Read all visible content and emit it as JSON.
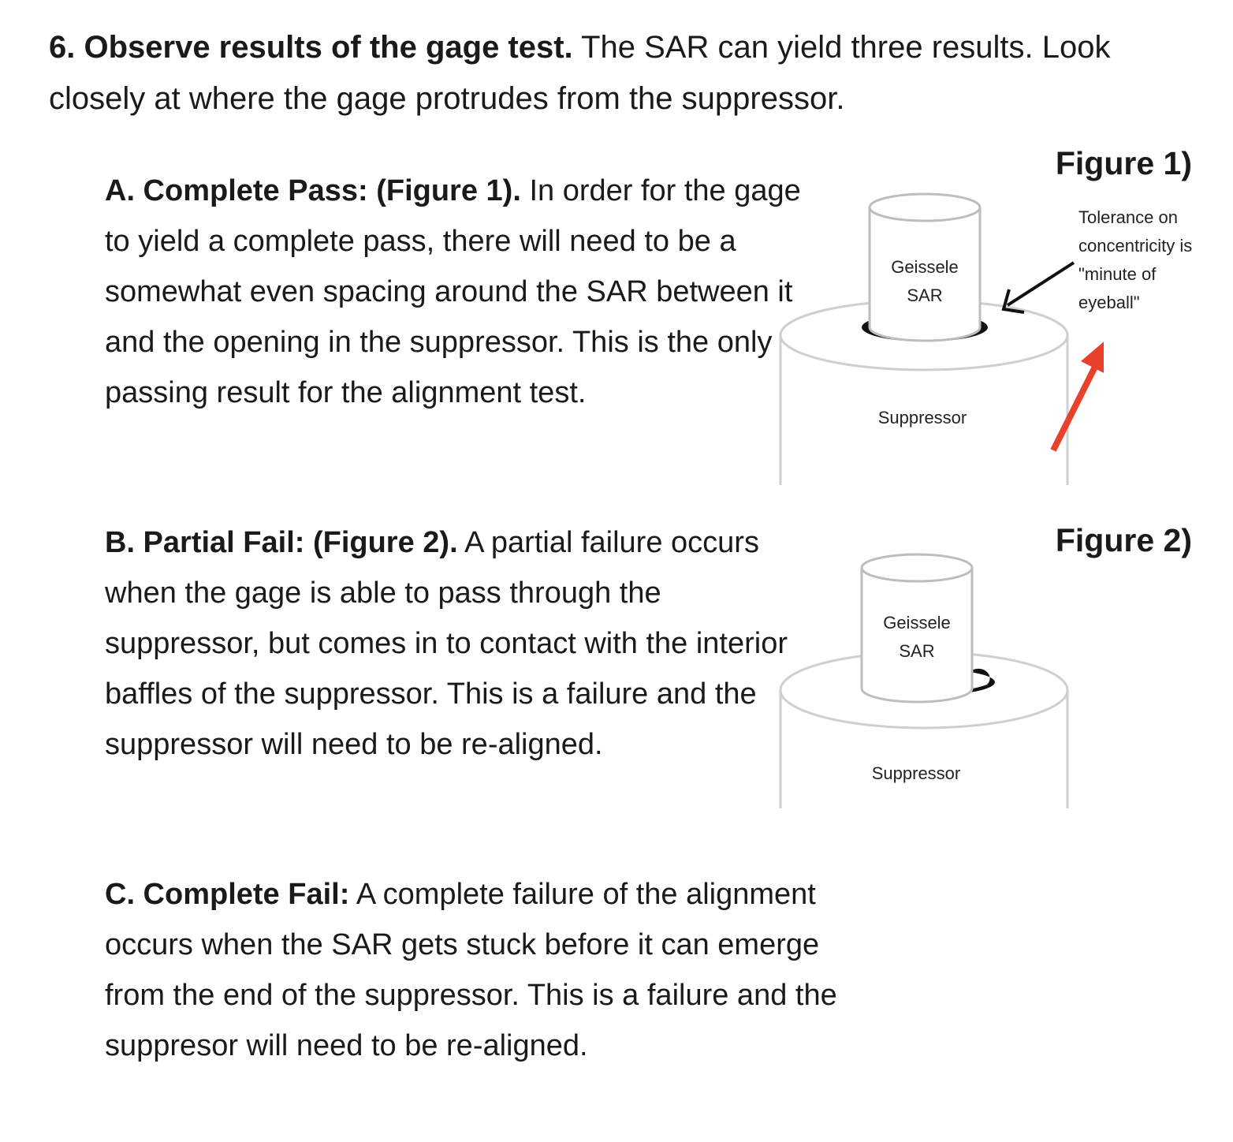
{
  "step": {
    "heading": "6. Observe results of the gage test.",
    "text": " The SAR can yield three results. Look closely at where the gage protrudes from the suppressor."
  },
  "sections": [
    {
      "heading": "A. Complete Pass: (Figure 1).",
      "text": " In order for the gage to yield a complete pass, there will need to be a somewhat even spacing around the SAR between it and the opening in the suppressor. This is the only passing result for the alignment test."
    },
    {
      "heading": "B. Partial Fail: (Figure 2).",
      "text": " A partial failure occurs when the gage is able to pass through the suppressor, but comes in to contact with the interior baffles of the suppressor. This is a failure and the suppressor will need to be re-aligned."
    },
    {
      "heading": "C. Complete Fail:",
      "text": " A complete failure of the alignment occurs when the SAR gets stuck before it can emerge from the end of the suppressor.  This is a failure and the suppresor will need to be re-aligned."
    }
  ],
  "figure1": {
    "label": "Figure 1)",
    "gage_line1": "Geissele",
    "gage_line2": "SAR",
    "body_label": "Suppressor",
    "note": "Tolerance on concentricity is \"minute of eyeball\"",
    "arrow_color": "#e8402a"
  },
  "figure2": {
    "label": "Figure 2)",
    "gage_line1": "Geissele",
    "gage_line2": "SAR",
    "body_label": "Suppressor"
  }
}
